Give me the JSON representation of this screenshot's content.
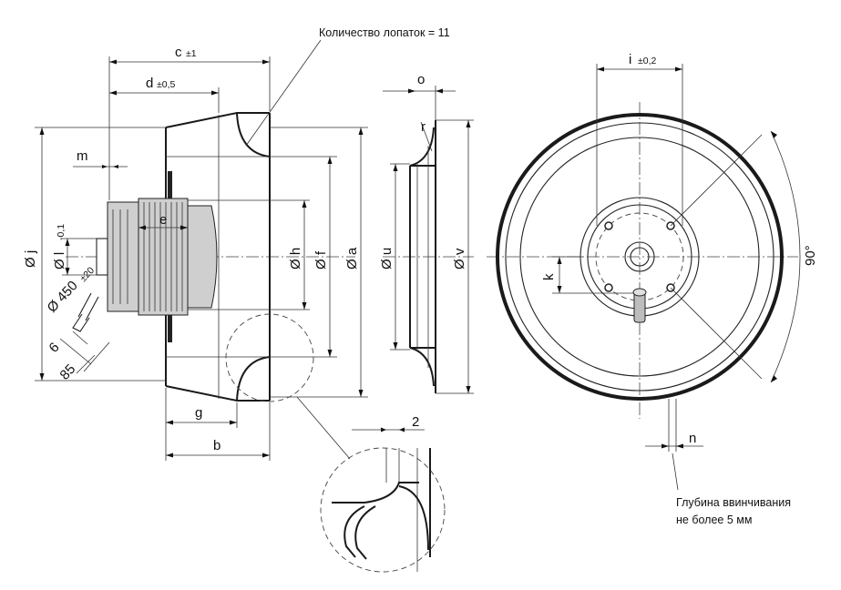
{
  "notes": {
    "blade_count": "Количество лопаток = 11",
    "depth_line1": "Глубина ввинчивания",
    "depth_line2": "не более 5 мм"
  },
  "dims": {
    "c": "c",
    "c_tol": "±1",
    "d": "d",
    "d_tol": "±0,5",
    "m": "m",
    "e": "e",
    "l": "Ø l",
    "l_tol": "-0,1",
    "j": "Ø j",
    "h": "Ø h",
    "f": "Ø f",
    "a": "Ø a",
    "cable": "Ø 450",
    "cable_tol": "±20",
    "six": "6",
    "eightyfive": "85",
    "g": "g",
    "b": "b",
    "o": "o",
    "r": "r",
    "u": "Ø u",
    "v": "Ø v",
    "i": "i",
    "i_tol": "±0,2",
    "k": "k",
    "n": "n",
    "two": "2",
    "angle": "90°"
  }
}
